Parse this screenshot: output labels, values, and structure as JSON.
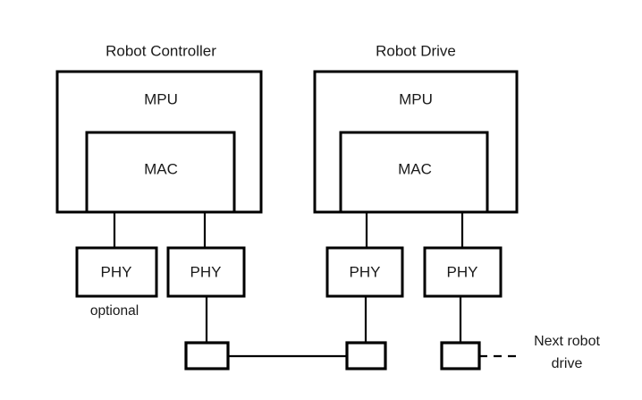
{
  "diagram": {
    "title_left": "Robot Controller",
    "title_right": "Robot Drive",
    "groups": [
      {
        "name": "robot-controller",
        "title": "Robot Controller",
        "outer_label": "MPU",
        "inner_label": "MAC",
        "phys": [
          {
            "label": "PHY",
            "caption": "optional"
          },
          {
            "label": "PHY",
            "caption": ""
          }
        ]
      },
      {
        "name": "robot-drive",
        "title": "Robot Drive",
        "outer_label": "MPU",
        "inner_label": "MAC",
        "phys": [
          {
            "label": "PHY",
            "caption": ""
          },
          {
            "label": "PHY",
            "caption": ""
          }
        ]
      }
    ],
    "connectors": [
      {
        "name": "connector-1",
        "label": ""
      },
      {
        "name": "connector-2",
        "label": ""
      },
      {
        "name": "connector-3",
        "label": ""
      }
    ],
    "annotation_next_line1": "Next robot",
    "annotation_next_line2": "drive",
    "colors": {
      "stroke": "#000000",
      "background": "#ffffff",
      "text": "#1a1a1a"
    }
  }
}
